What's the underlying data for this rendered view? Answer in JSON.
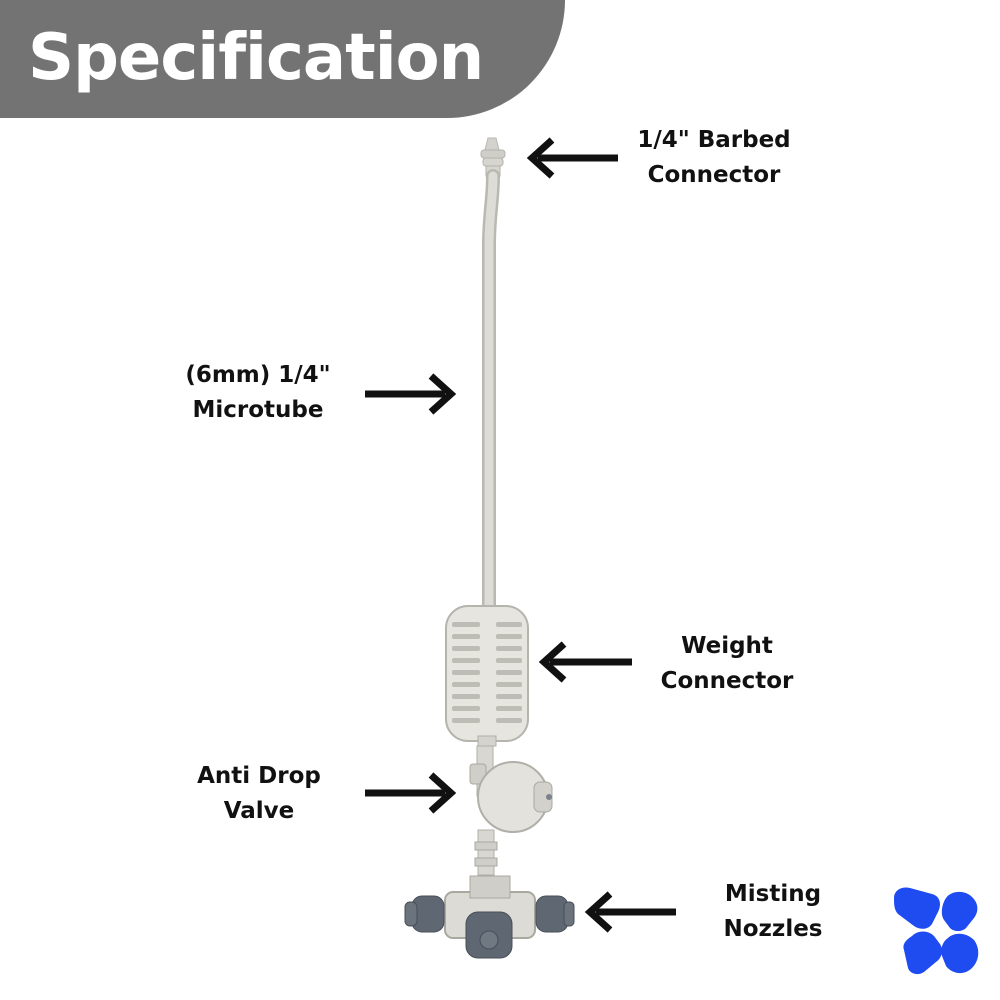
{
  "header": {
    "title": "Specification"
  },
  "labels": {
    "barbed_connector": {
      "line1": "1/4\" Barbed",
      "line2": "Connector"
    },
    "microtube": {
      "line1": "(6mm) 1/4\"",
      "line2": "Microtube"
    },
    "weight_connector": {
      "line1": "Weight",
      "line2": "Connector"
    },
    "anti_drop_valve": {
      "line1": "Anti Drop",
      "line2": "Valve"
    },
    "misting_nozzles": {
      "line1": "Misting",
      "line2": "Nozzles"
    }
  },
  "colors": {
    "header_bg": "#737373",
    "part_light": "#d9d9d4",
    "part_dark": "#5f6872",
    "logo_blue": "#1f4cf0"
  }
}
